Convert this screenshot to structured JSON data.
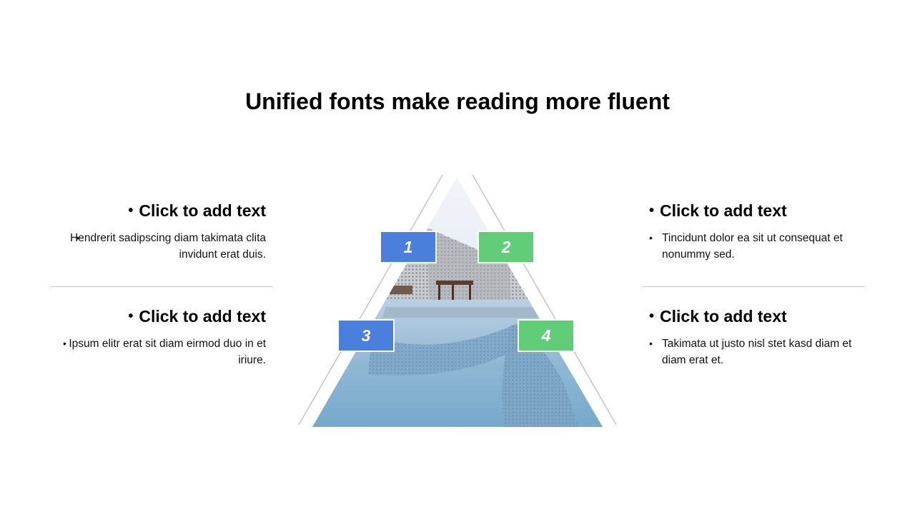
{
  "title": "Unified fonts make reading more fluent",
  "items": [
    {
      "number": "1",
      "heading": "Click to add text",
      "body": "Hendrerit sadipscing diam takimata clita invidunt erat duis.",
      "color": "#4a7fdc"
    },
    {
      "number": "2",
      "heading": "Click to add text",
      "body": "Tincidunt dolor ea sit ut consequat et nonummy sed.",
      "color": "#62cd79"
    },
    {
      "number": "3",
      "heading": "Click to add text",
      "body": "Ipsum elitr erat sit diam eirmod duo in et iriure.",
      "color": "#4a7fdc"
    },
    {
      "number": "4",
      "heading": "Click to add text",
      "body": "Takimata ut justo nisl stet kasd diam et diam erat et.",
      "color": "#62cd79"
    }
  ],
  "bullet": "•"
}
